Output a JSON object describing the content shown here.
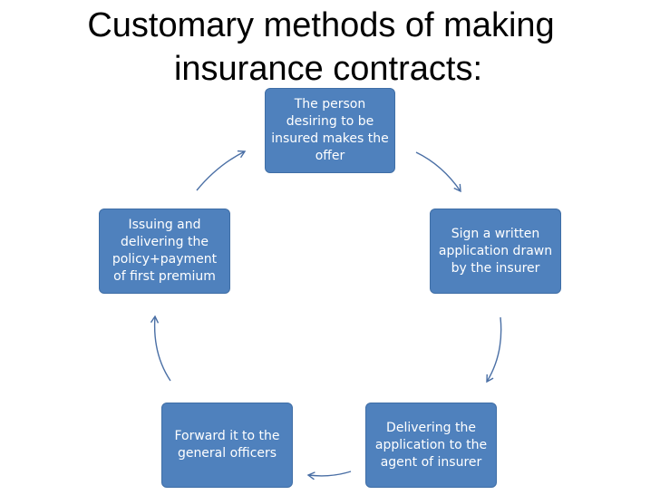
{
  "title": {
    "line1": "Customary methods of making",
    "line2": "insurance contracts:"
  },
  "steps": [
    {
      "text": "The person\ndesiring to  be\ninsured makes the\noffer"
    },
    {
      "text": "Sign a written\napplication drawn\nby the insurer"
    },
    {
      "text": "Delivering the\napplication to the\nagent of insurer"
    },
    {
      "text": "Forward it to the\ngeneral officers"
    },
    {
      "text": "Issuing and\ndelivering the\npolicy+payment\nof first premium"
    }
  ],
  "colors": {
    "box_fill": "#4f81bd",
    "box_text": "#ffffff",
    "arrow": "#4a6fa5"
  },
  "arrows": [
    {
      "from": 1,
      "to": 2,
      "icon": "curved-arrow-icon"
    },
    {
      "from": 2,
      "to": 3,
      "icon": "curved-arrow-icon"
    },
    {
      "from": 3,
      "to": 4,
      "icon": "curved-arrow-icon"
    },
    {
      "from": 4,
      "to": 5,
      "icon": "curved-arrow-icon"
    },
    {
      "from": 5,
      "to": 1,
      "icon": "curved-arrow-icon"
    }
  ]
}
